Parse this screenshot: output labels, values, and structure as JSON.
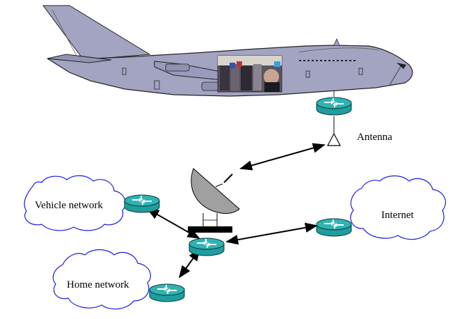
{
  "labels": {
    "antenna": "Antenna",
    "vehicle_network": "Vehicle network",
    "internet": "Internet",
    "home_network": "Home network"
  },
  "colors": {
    "fuselage": "#A3A3C2",
    "router": "#1F9E9E",
    "cloud_stroke": "#1A1AE6",
    "dish": "#A0A0A0"
  },
  "icons": [
    "airplane-icon",
    "router-icon",
    "antenna-icon",
    "satellite-dish-icon",
    "cloud-icon"
  ]
}
